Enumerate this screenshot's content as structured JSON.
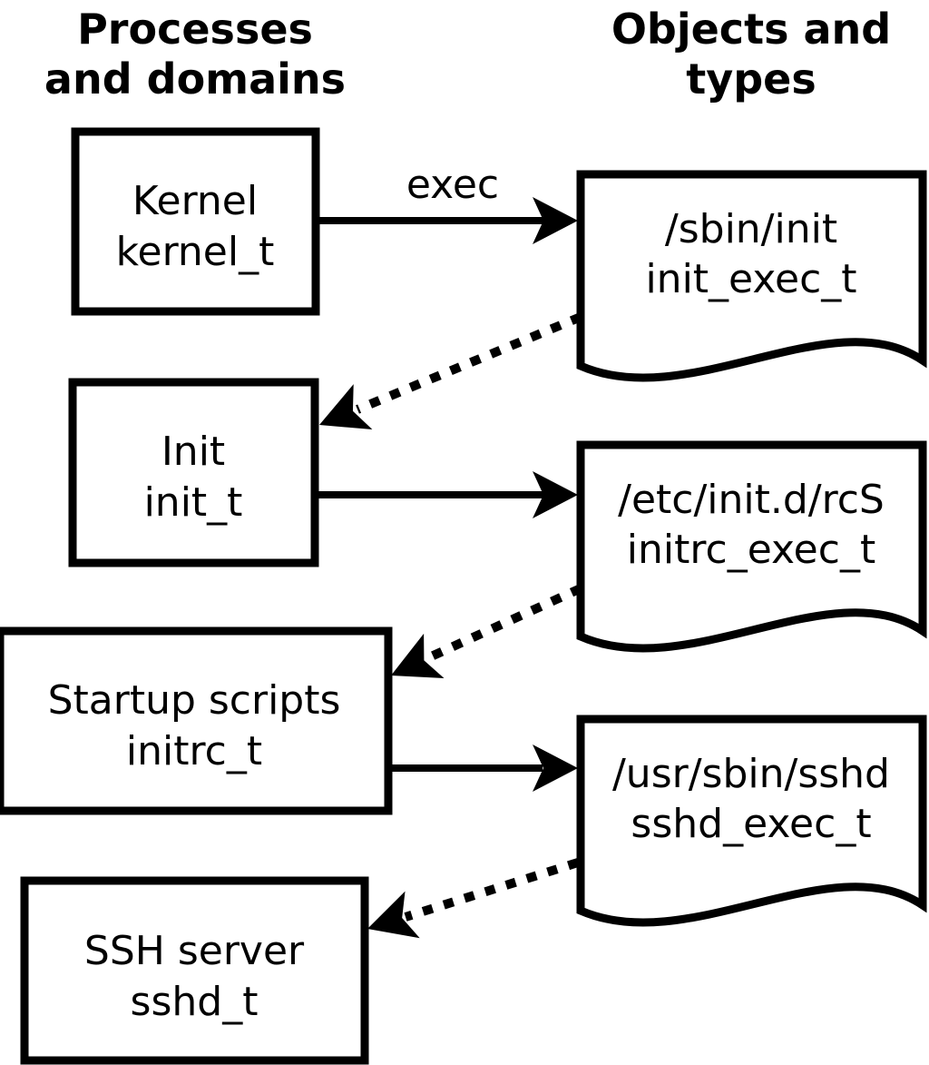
{
  "colors": {
    "background": "#ffffff",
    "line": "#000000",
    "text": "#000000"
  },
  "headers": {
    "left": {
      "line1": "Processes",
      "line2": "and domains"
    },
    "right": {
      "line1": "Objects and",
      "line2": "types"
    }
  },
  "processes": [
    {
      "name": "Kernel",
      "domain": "kernel_t"
    },
    {
      "name": "Init",
      "domain": "init_t"
    },
    {
      "name": "Startup scripts",
      "domain": "initrc_t"
    },
    {
      "name": "SSH server",
      "domain": "sshd_t"
    }
  ],
  "objects": [
    {
      "path": "/sbin/init",
      "type": "init_exec_t"
    },
    {
      "path": "/etc/init.d/rcS",
      "type": "initrc_exec_t"
    },
    {
      "path": "/usr/sbin/sshd",
      "type": "sshd_exec_t"
    }
  ],
  "labels": {
    "exec": "exec"
  }
}
